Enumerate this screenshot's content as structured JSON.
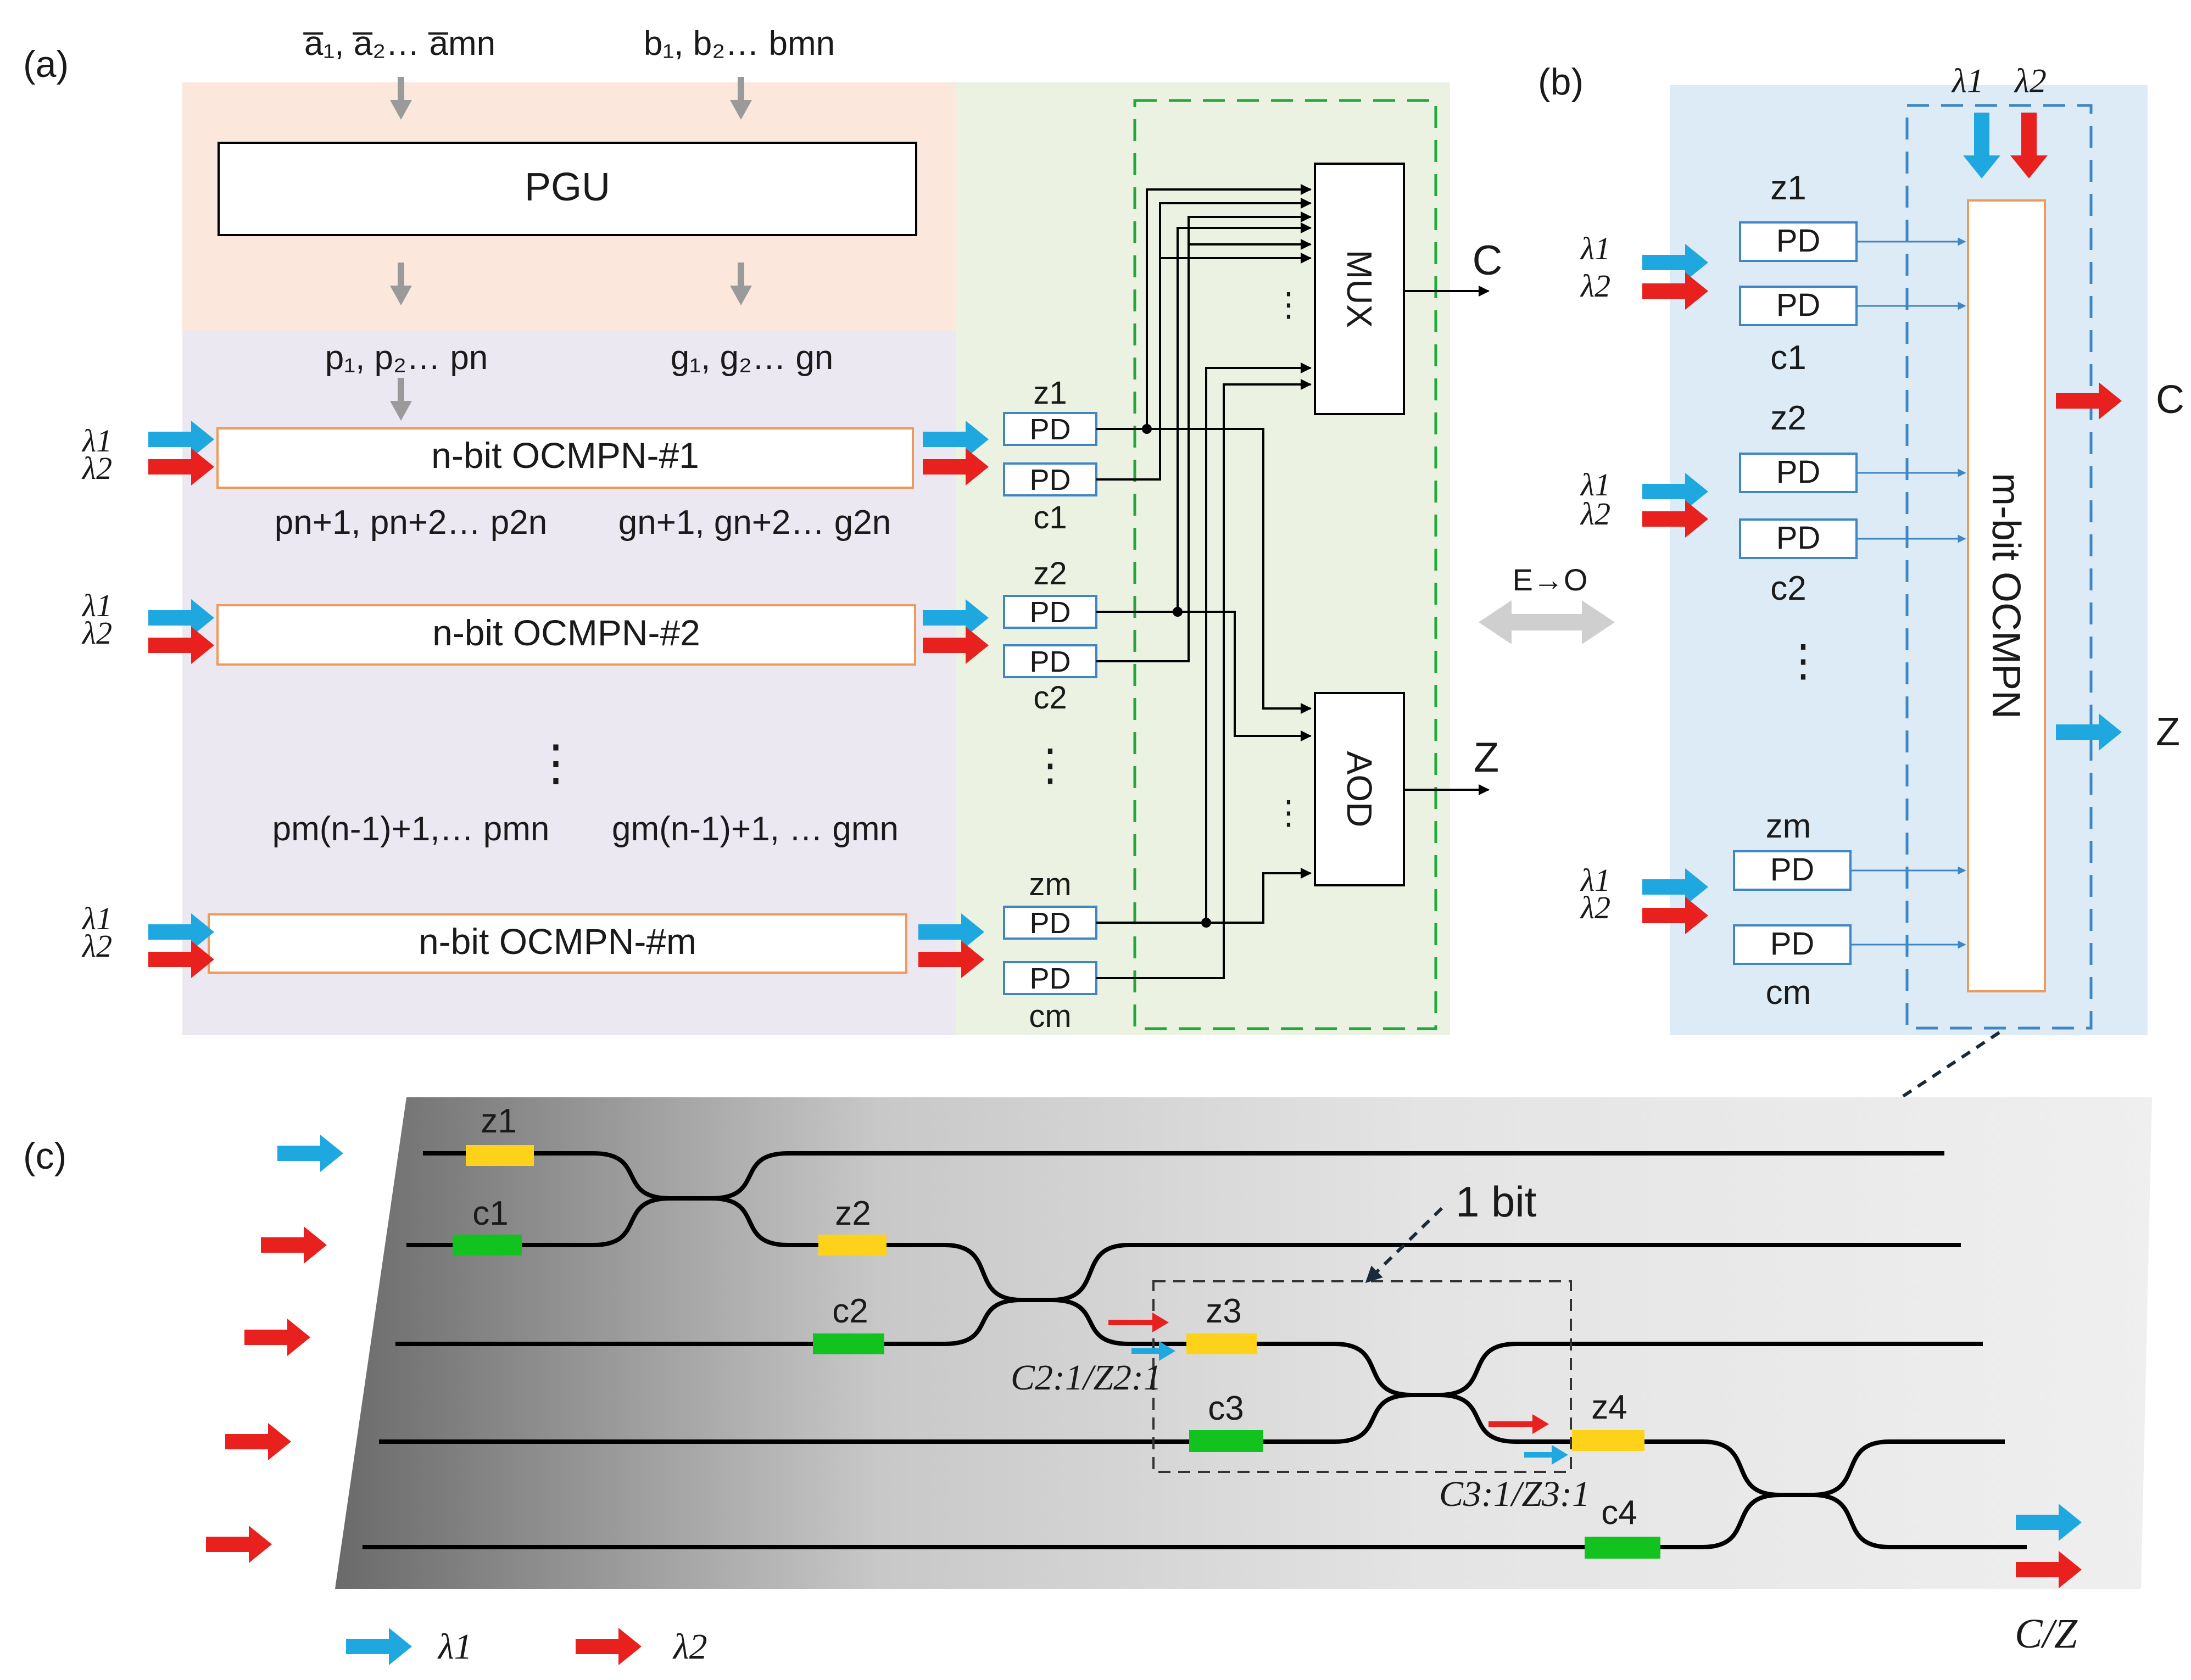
{
  "panel_a": {
    "label": "(a)",
    "inputs_a": "a̅₁, a̅₂… a̅mn",
    "inputs_b": "b₁, b₂… bmn",
    "pgu": "PGU",
    "p_row1": "p₁, p₂… pn",
    "g_row1": "g₁, g₂… gn",
    "p_row2": "pn+1, pn+2… p2n",
    "g_row2": "gn+1, gn+2… g2n",
    "p_row3": "pm(n-1)+1,… pmn",
    "g_row3": "gm(n-1)+1, … gmn",
    "ocmpn1": "n-bit OCMPN-#1",
    "ocmpn2": "n-bit OCMPN-#2",
    "ocmpnm": "n-bit OCMPN-#m",
    "pd": "PD",
    "z1": "z1",
    "c1": "c1",
    "z2": "z2",
    "c2": "c2",
    "zm": "zm",
    "cm": "cm",
    "mux": "MUX",
    "aod": "AOD",
    "out_c": "C",
    "out_z": "Z",
    "lambda1": "λ1",
    "lambda2": "λ2",
    "dots": "⋮"
  },
  "conversion": "E→O",
  "panel_b": {
    "label": "(b)",
    "block": "m-bit OCMPN",
    "pd": "PD",
    "z1": "z1",
    "c1": "c1",
    "z2": "z2",
    "c2": "c2",
    "zm": "zm",
    "cm": "cm",
    "out_c": "C",
    "out_z": "Z",
    "lambda1": "λ1",
    "lambda2": "λ2"
  },
  "panel_c": {
    "label": "(c)",
    "one_bit": "1 bit",
    "z1": "z1",
    "c1": "c1",
    "z2": "z2",
    "c2": "c2",
    "z3": "z3",
    "c3": "c3",
    "z4": "z4",
    "c4": "c4",
    "carry21": "C2:1/Z2:1",
    "carry31": "C3:1/Z3:1",
    "output": "C/Z",
    "legend_l1": "λ1",
    "legend_l2": "λ2"
  },
  "colors": {
    "lambda1": "#1fa8e0",
    "lambda2": "#e8201e",
    "peach": "#fbe7dc",
    "lavender": "#ece8f2",
    "green_bg": "#ecf2e2",
    "blue_bg": "#dcebf5",
    "orange_border": "#ef9a5a",
    "pd_border": "#3f86c4",
    "heater_z": "#ffd21a",
    "heater_c": "#12c21e",
    "dash_green": "#22a83a",
    "dash_blue": "#3f86c4",
    "arrow_gray": "#9a9a9a"
  }
}
